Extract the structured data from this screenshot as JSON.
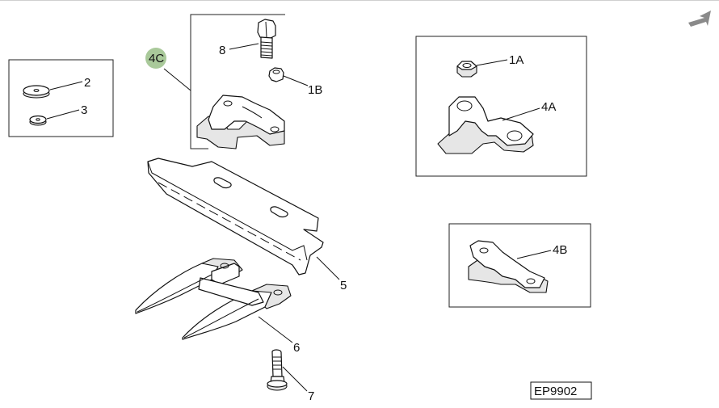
{
  "callouts": {
    "c1A": "1A",
    "c1B": "1B",
    "c2": "2",
    "c3": "3",
    "c4A": "4A",
    "c4B": "4B",
    "c4C": "4C",
    "c5": "5",
    "c6": "6",
    "c7": "7",
    "c8": "8"
  },
  "figure_id": "EP9902",
  "highlight_color": "#a9c99a",
  "nav_icon": "back-arrow-icon"
}
